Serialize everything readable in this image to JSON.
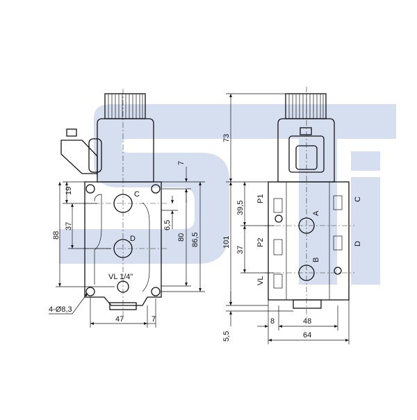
{
  "watermark": {
    "text": "STI",
    "color": "#d6dff0"
  },
  "colors": {
    "line": "#111111",
    "watermark": "#d6dff0"
  },
  "left_view": {
    "dims": {
      "top_7": "7",
      "d19": "19",
      "d37": "37",
      "d88": "88",
      "d6_5": "6,5",
      "d80": "80",
      "d86_5": "86,5",
      "d47": "47",
      "d7_bottom": "7",
      "holes": "4-Ø8,3"
    },
    "ports": {
      "c": "C",
      "d": "D",
      "vl": "VL 1/4\""
    }
  },
  "right_view": {
    "dims": {
      "d73": "73",
      "d39_5": "39,5",
      "d101": "101",
      "d37": "37",
      "d8": "8",
      "d48": "48",
      "d5_5": "5,5",
      "d64": "64"
    },
    "ports": {
      "p1": "P1",
      "p2": "P2",
      "vl": "VL",
      "a": "A",
      "b": "B",
      "c": "C",
      "d": "D"
    }
  }
}
